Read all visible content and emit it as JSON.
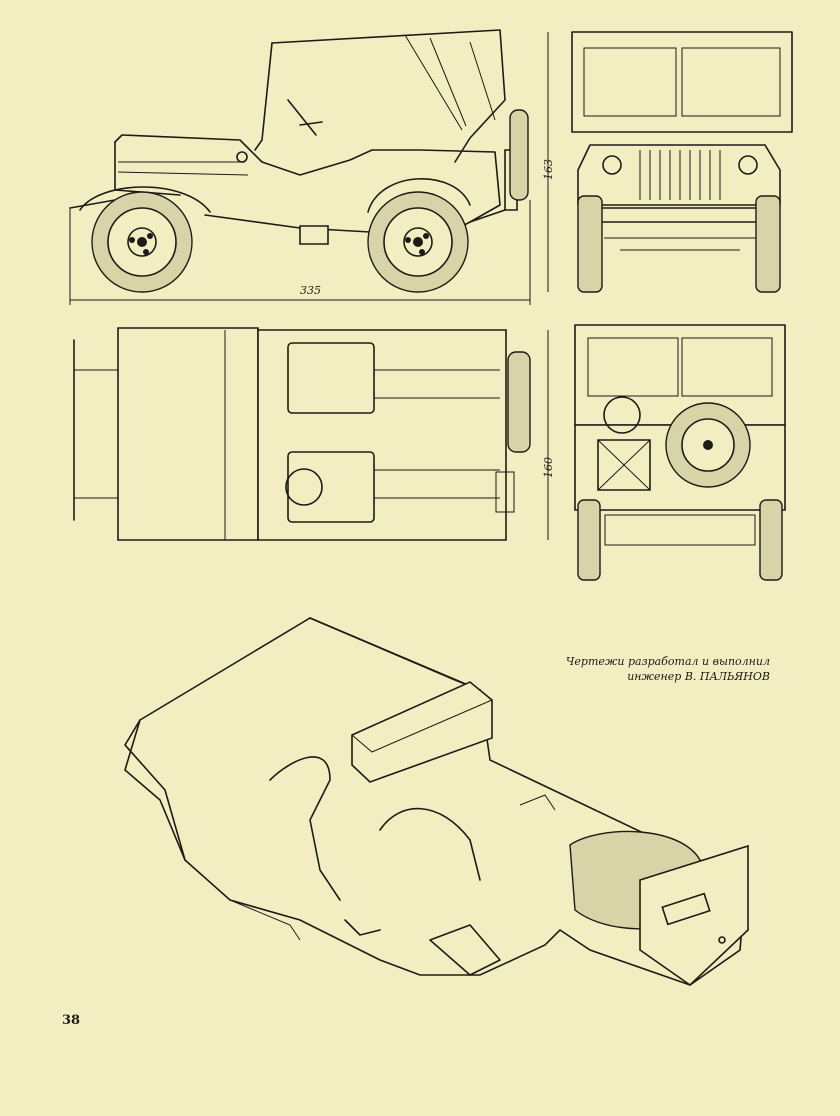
{
  "dimensions": {
    "length": "335",
    "height": "163",
    "width": "160"
  },
  "credit": {
    "line1": "Чертежи разработал и выполнил",
    "line2": "инженер В. ПАЛЬЯНОВ"
  },
  "page_number": "38"
}
